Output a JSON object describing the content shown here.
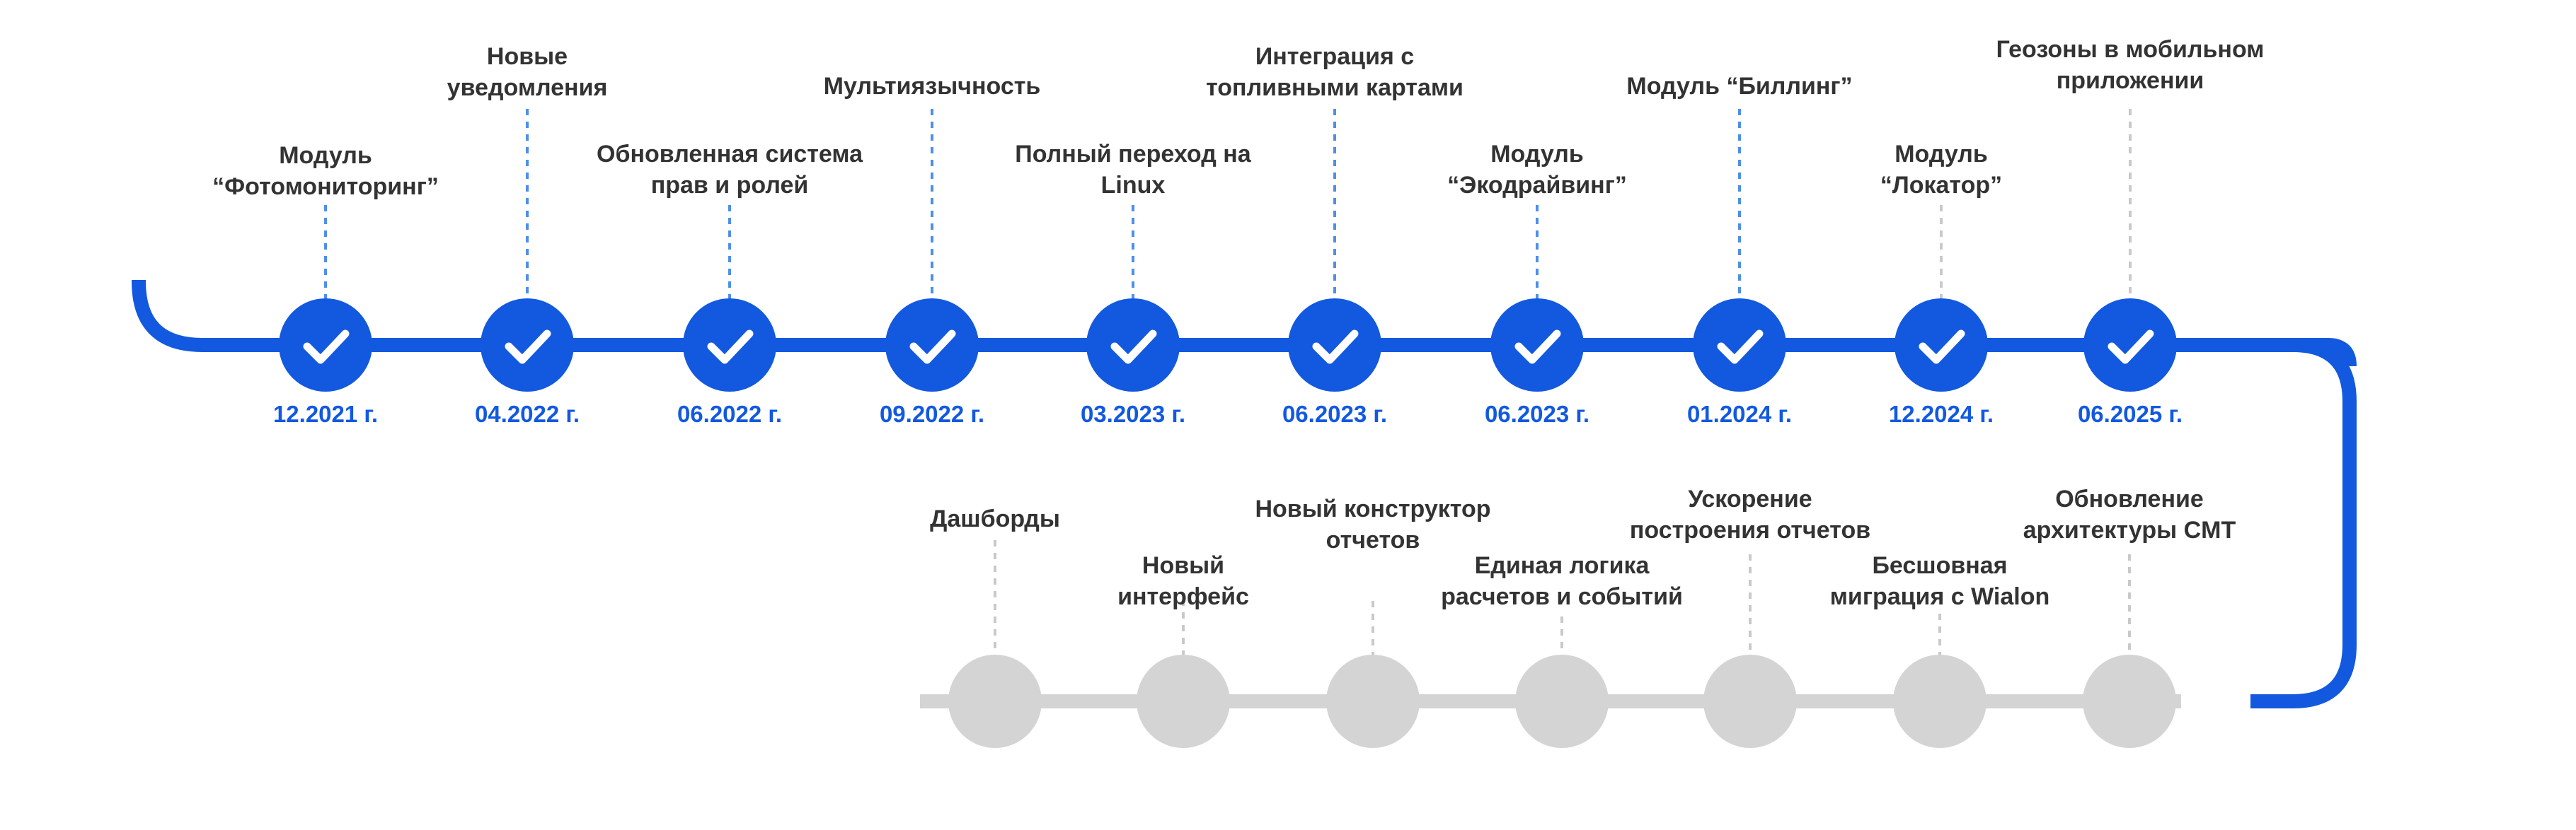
{
  "colors": {
    "accent": "#1259e0",
    "connector_done": "#4f8fe8",
    "pending": "#d4d4d4",
    "connector_pending": "#c9c9c9",
    "text": "#333333"
  },
  "icons": {
    "done": "checkmark-icon"
  },
  "completed": [
    {
      "label": "Модуль\n“Фотомониторинг”",
      "date": "12.2021 г."
    },
    {
      "label": "Новые\nуведомления",
      "date": "04.2022 г."
    },
    {
      "label": "Обновленная система\nправ и ролей",
      "date": "06.2022 г."
    },
    {
      "label": "Мультиязычность",
      "date": "09.2022 г."
    },
    {
      "label": "Полный переход на\nLinux",
      "date": "03.2023 г."
    },
    {
      "label": "Интеграция с\nтопливными картами",
      "date": "06.2023 г."
    },
    {
      "label": "Модуль\n“Экодрайвинг”",
      "date": "06.2023 г."
    },
    {
      "label": "Модуль “Биллинг”",
      "date": "01.2024 г."
    },
    {
      "label": "Модуль\n“Локатор”",
      "date": "12.2024 г."
    },
    {
      "label": "Геозоны в мобильном\nприложении",
      "date": "06.2025 г."
    }
  ],
  "planned": [
    {
      "label": "Дашборды"
    },
    {
      "label": "Новый\nинтерфейс"
    },
    {
      "label": "Новый конструктор\nотчетов"
    },
    {
      "label": "Единая логика\nрасчетов и событий"
    },
    {
      "label": "Ускорение\nпостроения отчетов"
    },
    {
      "label": "Бесшовная\nмиграция с Wialon"
    },
    {
      "label": "Обновление\nархитектуры CMT"
    }
  ]
}
